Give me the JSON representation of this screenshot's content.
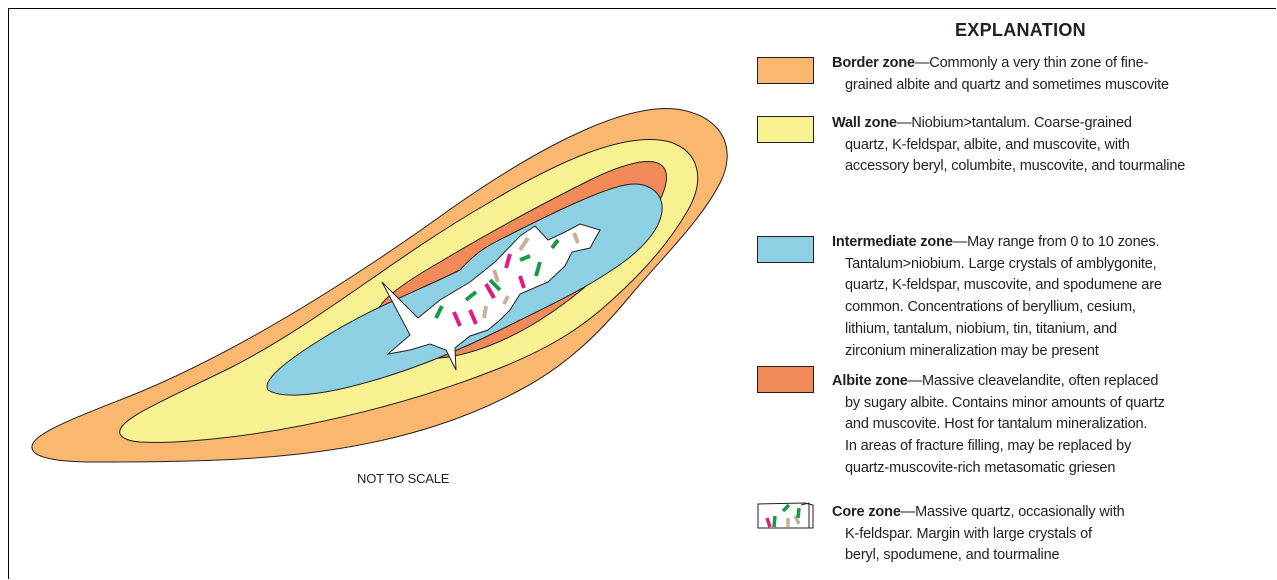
{
  "diagram": {
    "note": "NOT TO SCALE"
  },
  "legend": {
    "title": "EXPLANATION",
    "entries": [
      {
        "name": "Border zone",
        "color": "#f9b76f",
        "lines": [
          "—Commonly a very thin zone of fine-",
          "grained albite and quartz and sometimes muscovite"
        ]
      },
      {
        "name": "Wall zone",
        "color": "#f8f192",
        "lines": [
          "—Niobium>tantalum. Coarse-grained",
          "quartz, K-feldspar, albite, and muscovite, with",
          "accessory beryl, columbite, muscovite, and tourmaline"
        ]
      },
      {
        "name": "Intermediate zone",
        "color": "#8dcfe3",
        "lines": [
          "—May range from 0 to 10 zones.",
          "Tantalum>niobium. Large crystals of amblygonite,",
          "quartz, K-feldspar, muscovite, and spodumene are",
          "common. Concentrations of beryllium, cesium,",
          "lithium, tantalum, niobium, tin, titanium, and",
          "zirconium mineralization may be present"
        ]
      },
      {
        "name": "Albite zone",
        "color": "#f08a58",
        "lines": [
          "—Massive cleavelandite, often replaced",
          "by sugary albite. Contains minor amounts of quartz",
          "and muscovite. Host for tantalum mineralization.",
          "In areas of fracture filling, may be replaced by",
          "quartz-muscovite-rich metasomatic griesen"
        ]
      },
      {
        "name": "Core zone",
        "color": "#ffffff",
        "lines": [
          "—Massive quartz, occasionally with",
          "K-feldspar. Margin with large crystals of",
          "beryl, spodumene, and tourmaline"
        ]
      }
    ],
    "core_crystal_colors": [
      "#e6197c",
      "#1a9a49",
      "#c7b299"
    ]
  }
}
